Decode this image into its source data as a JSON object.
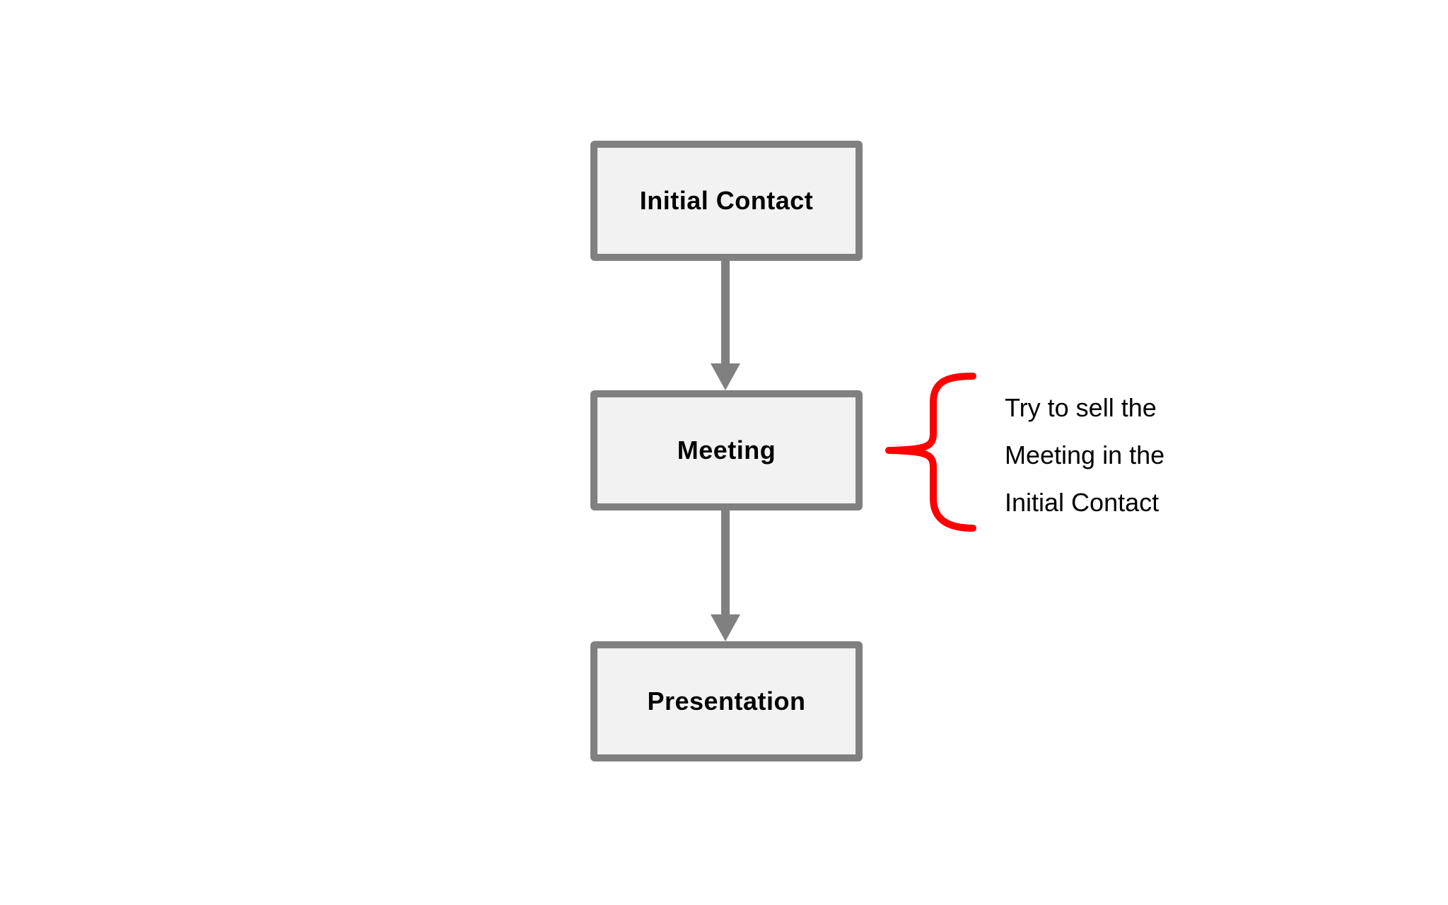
{
  "diagram": {
    "nodes": [
      {
        "id": "initial-contact",
        "label": "Initial Contact"
      },
      {
        "id": "meeting",
        "label": "Meeting"
      },
      {
        "id": "presentation",
        "label": "Presentation"
      }
    ],
    "edges": [
      {
        "from": "Initial Contact",
        "to": "Meeting"
      },
      {
        "from": "Meeting",
        "to": "Presentation"
      }
    ],
    "annotation": {
      "lines": [
        "Try to sell the",
        "Meeting in the",
        "Initial Contact"
      ]
    },
    "colors": {
      "box_border": "#808080",
      "box_fill": "#f2f2f2",
      "arrow": "#808080",
      "brace": "#ff0000",
      "text": "#000000",
      "background": "#ffffff"
    }
  }
}
